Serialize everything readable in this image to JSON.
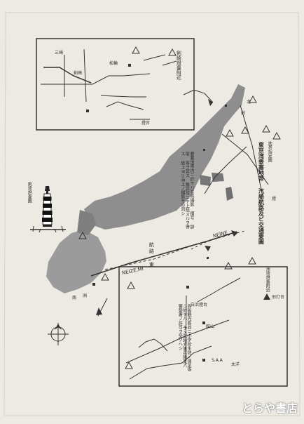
{
  "map": {
    "title": "東京湾要塞地帯 汽船航路及ビ交通要圖",
    "header_note": "地帯指定圖",
    "inset_top_title": "剣崎燈臺附近",
    "inset_top_labels": [
      "三崎",
      "剣崎",
      "松輪",
      "燈台"
    ],
    "inset_bottom_title": "洲埼燈臺附近",
    "inset_bottom_labels": [
      "白浜燈台",
      "館山",
      "S.A.A",
      "旧灯台",
      "太洋"
    ],
    "lighthouse_title": "剣埼燈臺圖",
    "route_label": "航路 東",
    "route_name_1": "NEINE",
    "route_name_2": "NEIZE.MI",
    "legend_text": "要塞地帯内ニ於テハ写真撮影 模写 録取 等ヲ禁ス 無許可ニテ上陸スルヲ得ス 陸上ヨリ海上ノ撮影モ亦同シ",
    "bottom_text": "各般観光客並ニ小学校生徒ノ遠足等ニ於テハ 予メ其地方憲兵隊又ハ警察署ノ許可ヲ受クヘシ",
    "watermark": "とらや書店",
    "misc_labels": [
      "北",
      "燈",
      "剣",
      "南",
      "洲"
    ]
  }
}
